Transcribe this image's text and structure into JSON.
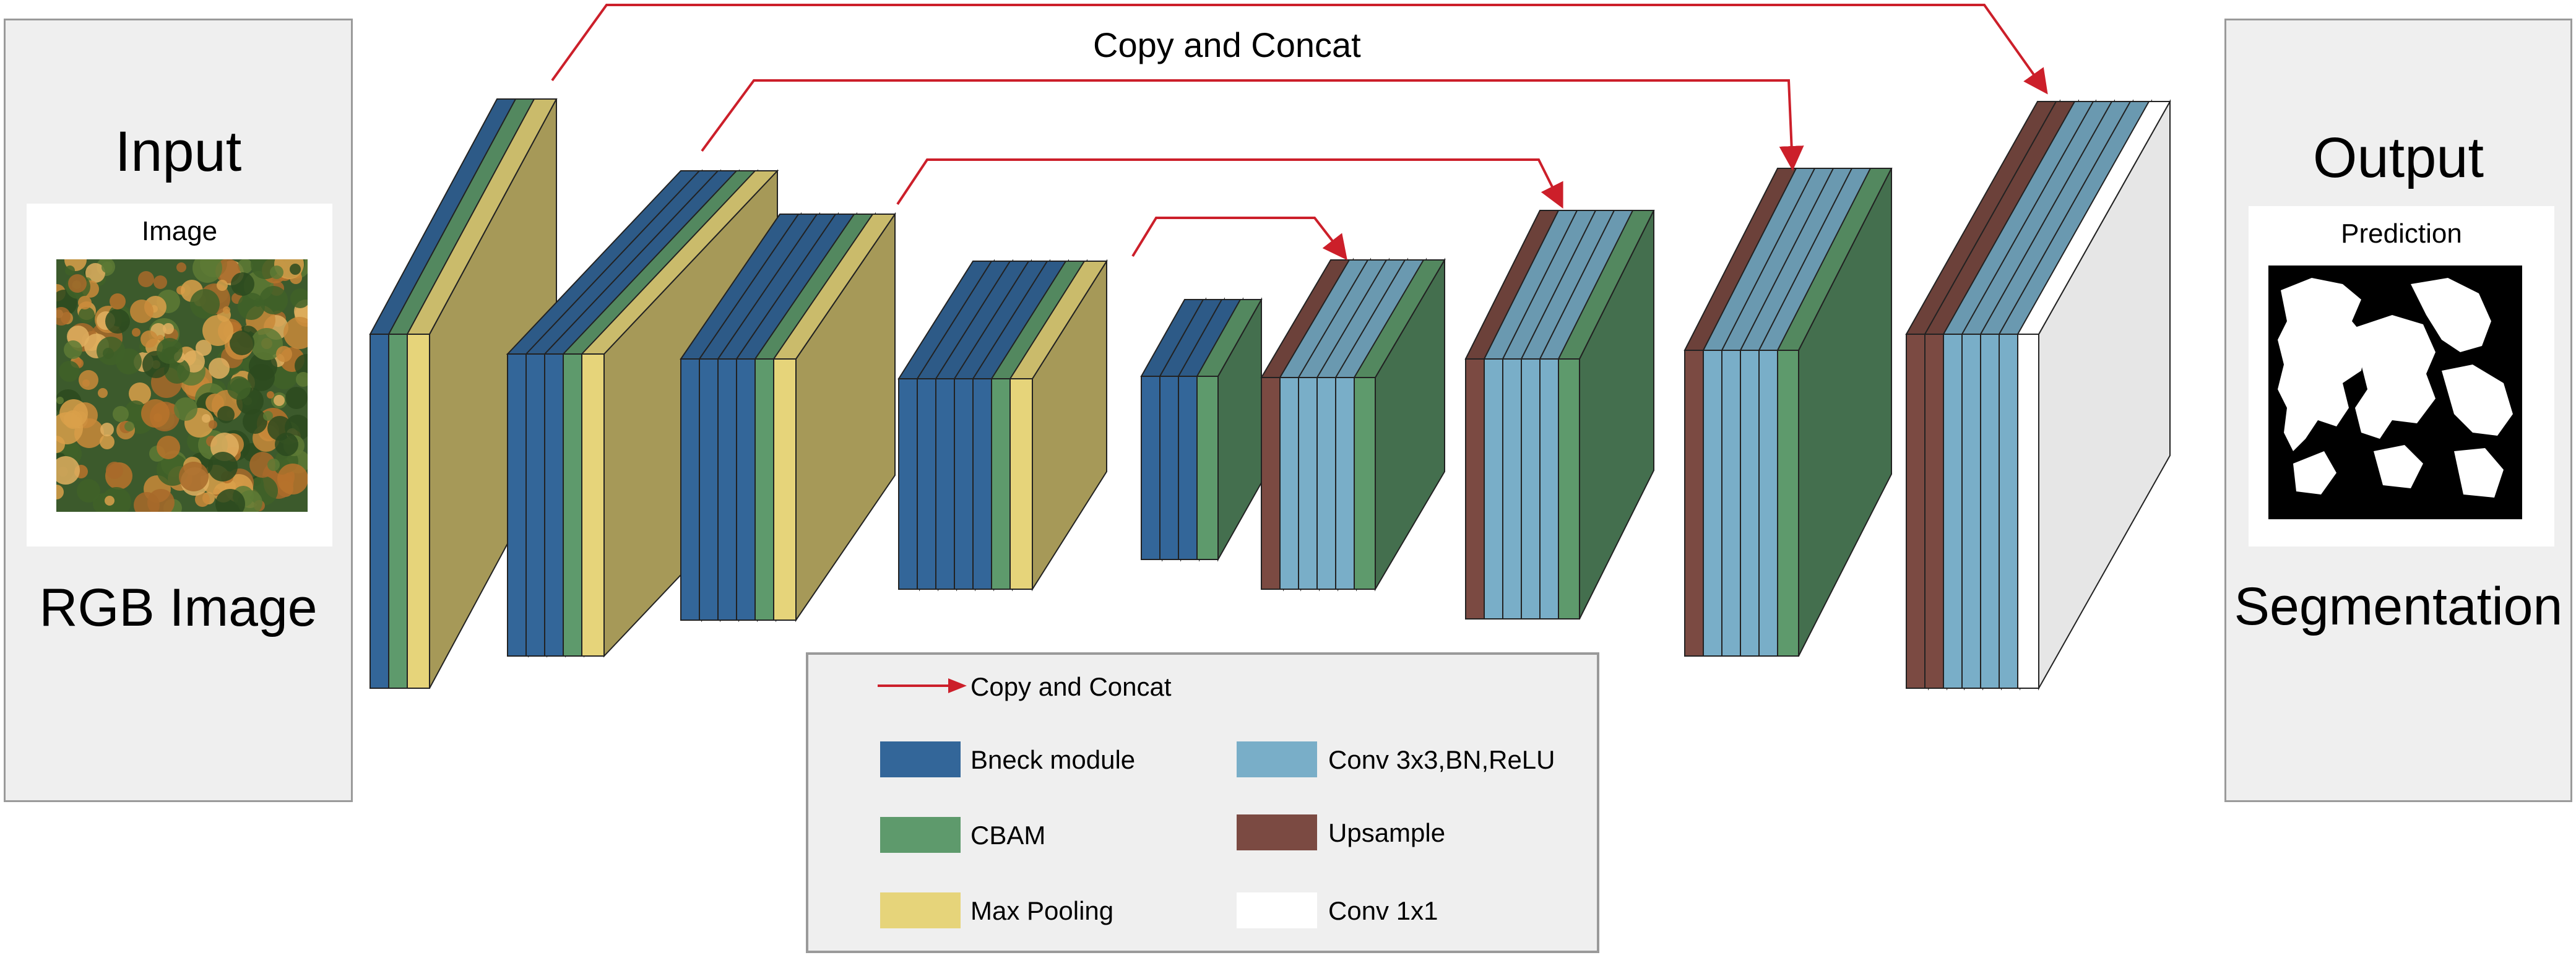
{
  "input_panel": {
    "title": "Input",
    "image_caption": "Image",
    "subtitle": "RGB Image"
  },
  "output_panel": {
    "title": "Output",
    "image_caption": "Prediction",
    "subtitle": "Segmentation"
  },
  "skip_label": "Copy and Concat",
  "legend": {
    "arrow_label": "Copy and Concat",
    "items": [
      {
        "label": "Bneck module",
        "color": "#336699"
      },
      {
        "label": "Conv 3x3,BN,ReLU",
        "color": "#79aec8"
      },
      {
        "label": "CBAM",
        "color": "#5e9a6c"
      },
      {
        "label": "Upsample",
        "color": "#7b4a42"
      },
      {
        "label": "Max Pooling",
        "color": "#e6d47a"
      },
      {
        "label": "Conv 1x1",
        "color": "#ffffff"
      }
    ]
  },
  "colors": {
    "bneck": "#336699",
    "cbam": "#5e9a6c",
    "maxpool": "#e6d47a",
    "conv": "#79aec8",
    "upsample": "#7b4a42",
    "conv1x1": "#ffffff",
    "arrow": "#cc1f2a"
  },
  "icons": {
    "input_image": "tree-canopy-photo",
    "output_image": "binary-segmentation-mask",
    "arrow": "red-arrow-icon"
  }
}
